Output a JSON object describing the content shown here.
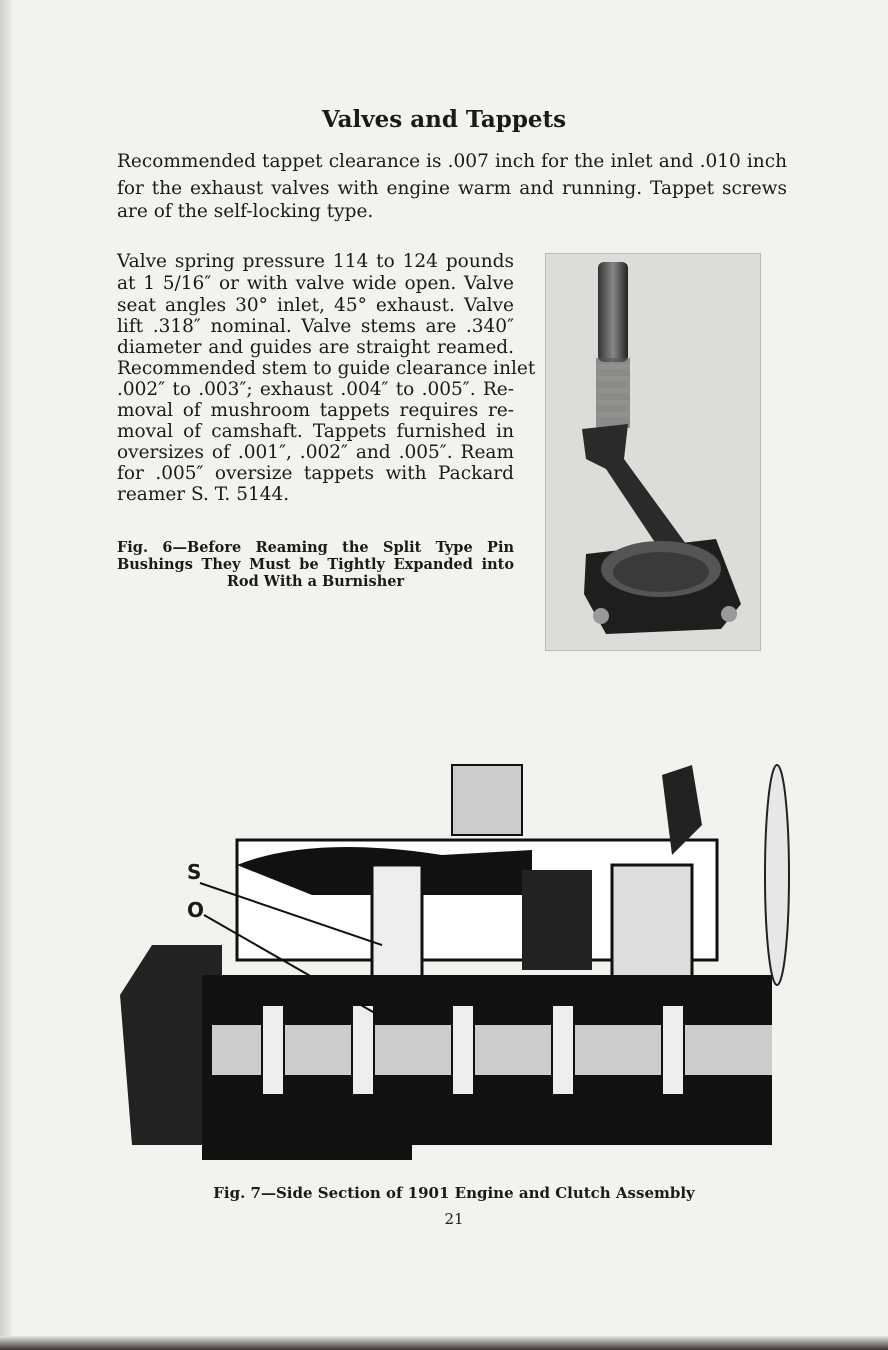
{
  "title": "Valves and Tappets",
  "paragraph1": [
    "Recommended tappet clearance is .007 inch for the inlet and .010 inch",
    "for the exhaust valves with engine warm and running.  Tappet screws",
    "are of the self-locking type."
  ],
  "paragraph2": [
    "Valve spring pressure 114 to 124 pounds",
    "at 1 5/16″ or with valve wide open.  Valve",
    "seat angles 30° inlet, 45° exhaust.  Valve",
    "lift .318″ nominal.  Valve stems are .340″",
    "diameter and guides are straight reamed.",
    "Recommended stem to guide clearance inlet",
    ".002″ to .003″; exhaust .004″ to .005″.  Re-",
    "moval of mushroom tappets requires re-",
    "moval of camshaft.  Tappets furnished in",
    "oversizes of .001″, .002″ and .005″.  Ream",
    "for .005″ oversize tappets with Packard",
    "reamer S. T. 5144."
  ],
  "fig6_caption": [
    "Fig. 6—Before Reaming the Split Type Pin",
    "Bushings They Must be Tightly Expanded into",
    "Rod With a Burnisher"
  ],
  "fig7_labels": {
    "s": "S",
    "o": "O"
  },
  "fig7_caption": "Fig. 7—Side Section of 1901 Engine and Clutch Assembly",
  "page_number": "21"
}
